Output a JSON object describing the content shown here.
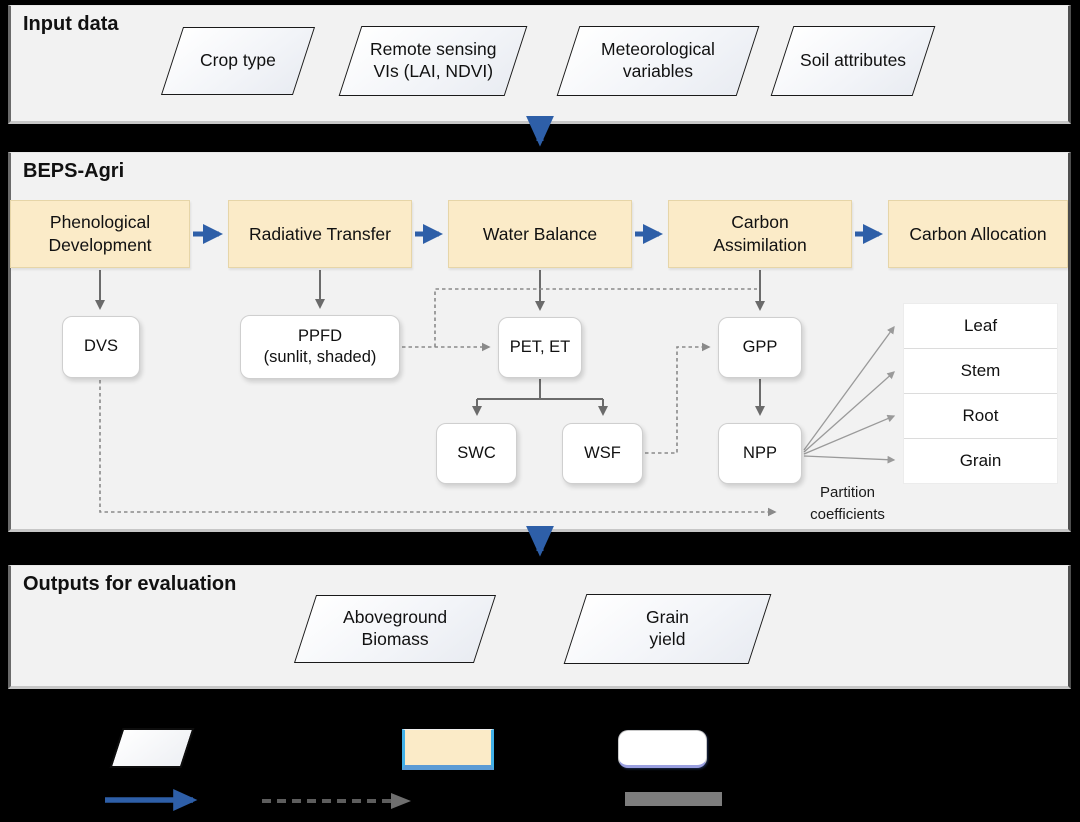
{
  "input_section": {
    "title": "Input data",
    "items": [
      {
        "label": "Crop type"
      },
      {
        "label": "Remote sensing\nVIs (LAI, NDVI)"
      },
      {
        "label": "Meteorological\nvariables"
      },
      {
        "label": "Soil attributes"
      }
    ]
  },
  "model_section": {
    "title": "BEPS-Agri",
    "modules": [
      {
        "label": "Phenological\nDevelopment"
      },
      {
        "label": "Radiative Transfer"
      },
      {
        "label": "Water Balance"
      },
      {
        "label": "Carbon\nAssimilation"
      },
      {
        "label": "Carbon Allocation"
      }
    ],
    "nodes": [
      {
        "id": "dvs",
        "label": "DVS"
      },
      {
        "id": "ppfd",
        "label": "PPFD\n(sunlit, shaded)"
      },
      {
        "id": "pet",
        "label": "PET, ET"
      },
      {
        "id": "gpp",
        "label": "GPP"
      },
      {
        "id": "swc",
        "label": "SWC"
      },
      {
        "id": "wsf",
        "label": "WSF"
      },
      {
        "id": "npp",
        "label": "NPP"
      }
    ],
    "pools": [
      {
        "label": "Leaf"
      },
      {
        "label": "Stem"
      },
      {
        "label": "Root"
      },
      {
        "label": "Grain"
      }
    ],
    "partition_label": "Partition\ncoefficients"
  },
  "output_section": {
    "title": "Outputs for evaluation",
    "items": [
      {
        "label": "Aboveground\nBiomass"
      },
      {
        "label": "Grain\nyield"
      }
    ]
  },
  "colors": {
    "page_bg": "#000000",
    "panel_bg": "#F2F2F2",
    "module_fill": "#FBEBC8",
    "module_border": "#E6D5A8",
    "blue_arrow": "#2E5FA8",
    "gray_arrow": "#6B6B6B",
    "dashed_gray": "#8A8A8A",
    "fan_gray": "#9A9A9A"
  }
}
